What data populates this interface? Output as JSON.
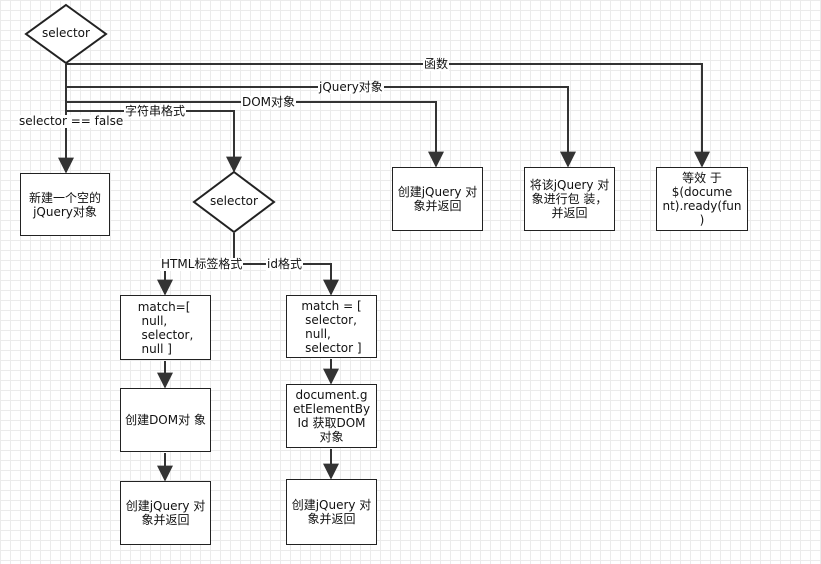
{
  "nodes": {
    "selector_main": "selector",
    "selector_string": "selector",
    "empty_jquery": "新建一个空的 jQuery对象",
    "create_return_dom": "创建jQuery 对象并返回",
    "wrap_return": "将该jQuery 对象进行包 装，并返回",
    "ready_equiv": "等效 于$(docume nt).ready(fun )",
    "match_html": "match=[\n null,\n selector,\n null ]",
    "match_id": "match = [\n selector,\n null,\n selector ]",
    "create_dom": "创建DOM对 象",
    "get_by_id": "document.g etElementBy Id 获取DOM 对象",
    "create_return_html": "创建jQuery 对象并返回",
    "create_return_id": "创建jQuery 对象并返回"
  },
  "edges": {
    "function": "函数",
    "jquery_object": "jQuery对象",
    "dom_object": "DOM对象",
    "string_format": "字符串格式",
    "selector_false": "selector == false",
    "html_tag_format": "HTML标签格式",
    "id_format": "id格式"
  }
}
